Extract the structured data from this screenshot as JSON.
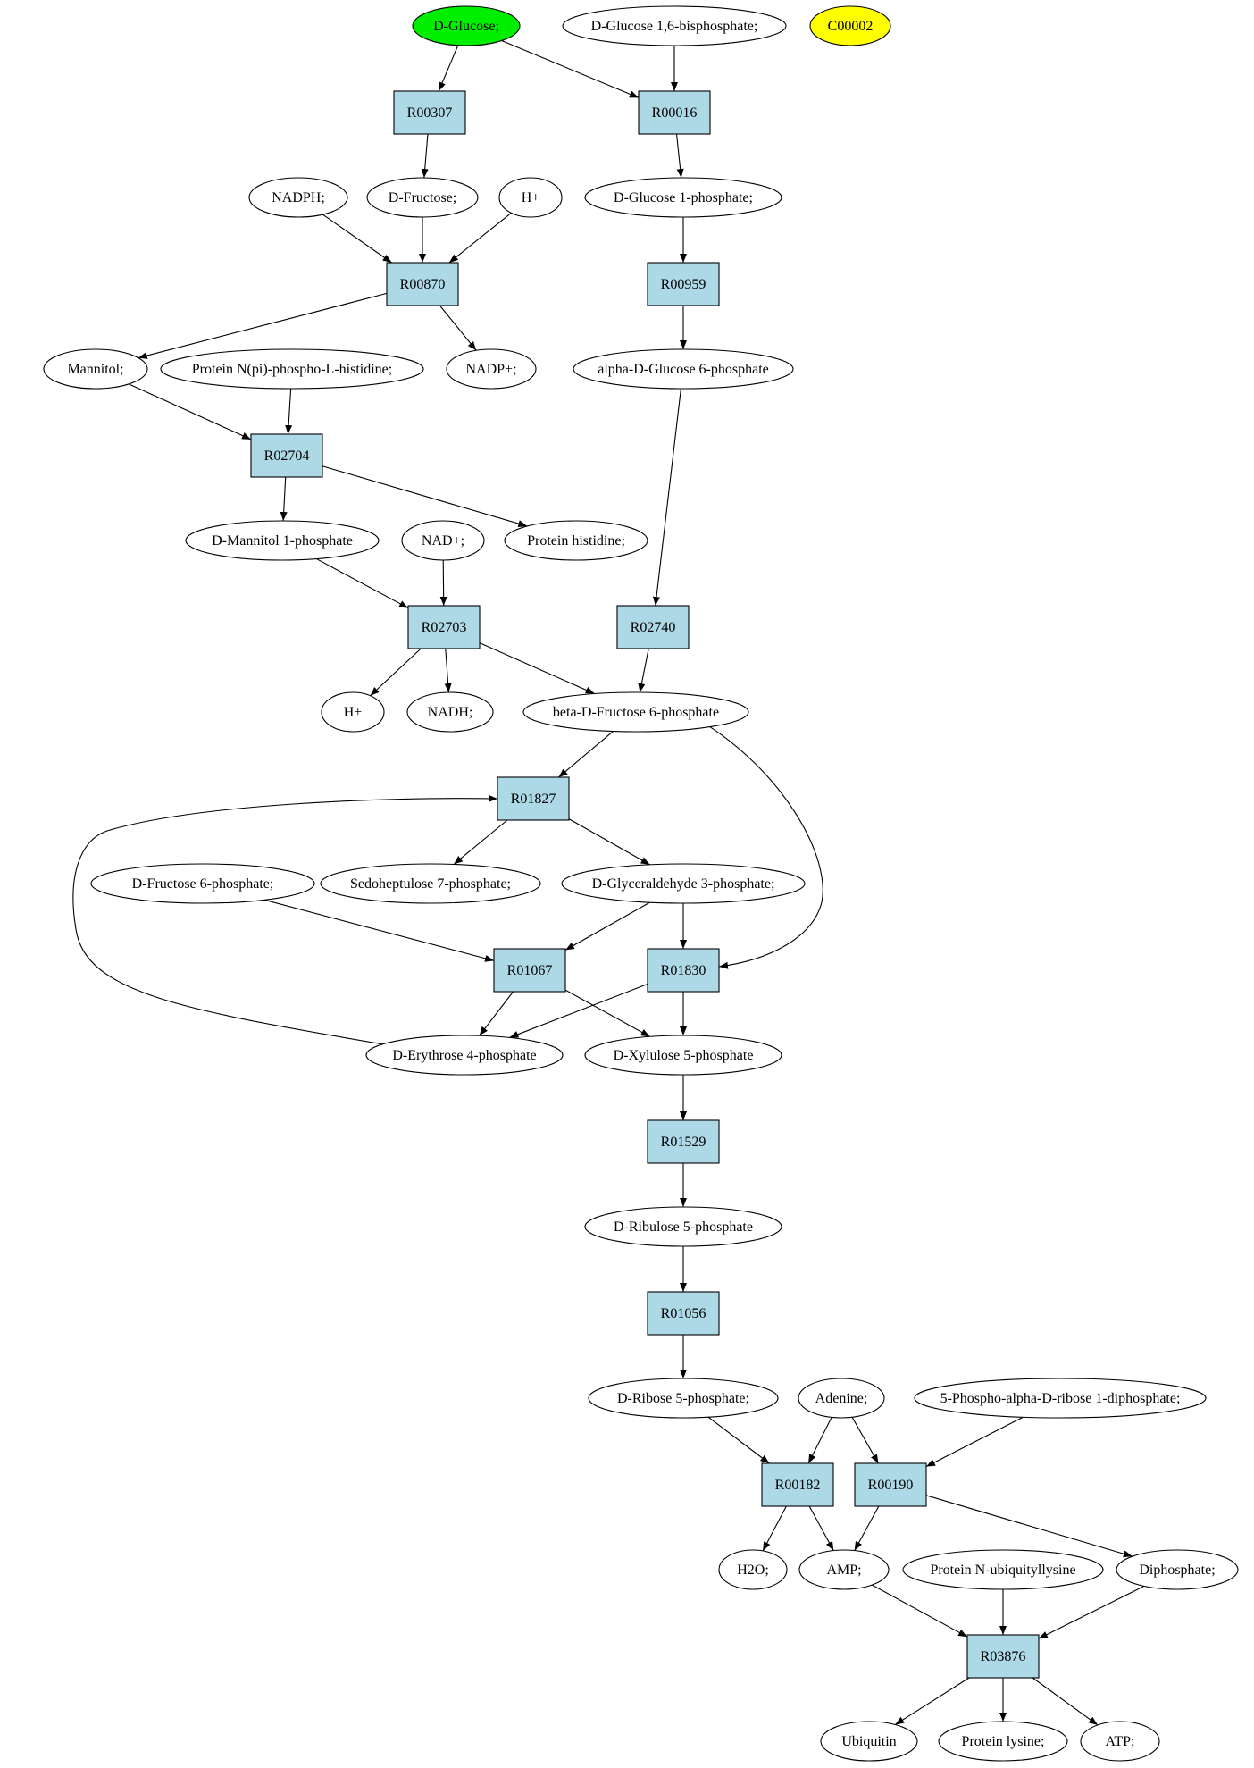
{
  "colors": {
    "start": "#00ee00",
    "highlight": "#ffff00",
    "reaction": "#add8e6",
    "compound": "#ffffff",
    "line": "#000000"
  },
  "compounds": [
    {
      "id": "glc",
      "label": "D-Glucose;",
      "fill": "start"
    },
    {
      "id": "glc16bp",
      "label": "D-Glucose 1,6-bisphosphate;"
    },
    {
      "id": "c00002",
      "label": "C00002",
      "fill": "highlight"
    },
    {
      "id": "nadph",
      "label": "NADPH;"
    },
    {
      "id": "fru",
      "label": "D-Fructose;"
    },
    {
      "id": "h1",
      "label": "H+"
    },
    {
      "id": "g1p",
      "label": "D-Glucose 1-phosphate;"
    },
    {
      "id": "mannitol",
      "label": "Mannitol;"
    },
    {
      "id": "npphis",
      "label": "Protein N(pi)-phospho-L-histidine;"
    },
    {
      "id": "nadpp",
      "label": "NADP+;"
    },
    {
      "id": "ag6p",
      "label": "alpha-D-Glucose 6-phosphate"
    },
    {
      "id": "m1p",
      "label": "D-Mannitol 1-phosphate"
    },
    {
      "id": "nadp",
      "label": "NAD+;"
    },
    {
      "id": "prothis",
      "label": "Protein histidine;"
    },
    {
      "id": "h2",
      "label": "H+"
    },
    {
      "id": "nadh",
      "label": "NADH;"
    },
    {
      "id": "bf6p",
      "label": "beta-D-Fructose 6-phosphate"
    },
    {
      "id": "f6p",
      "label": "D-Fructose 6-phosphate;"
    },
    {
      "id": "s7p",
      "label": "Sedoheptulose 7-phosphate;"
    },
    {
      "id": "g3p",
      "label": "D-Glyceraldehyde 3-phosphate;"
    },
    {
      "id": "e4p",
      "label": "D-Erythrose 4-phosphate"
    },
    {
      "id": "x5p",
      "label": "D-Xylulose 5-phosphate"
    },
    {
      "id": "ru5p",
      "label": "D-Ribulose 5-phosphate"
    },
    {
      "id": "r5p",
      "label": "D-Ribose 5-phosphate;"
    },
    {
      "id": "adenine",
      "label": "Adenine;"
    },
    {
      "id": "prpp",
      "label": "5-Phospho-alpha-D-ribose 1-diphosphate;"
    },
    {
      "id": "h2o",
      "label": "H2O;"
    },
    {
      "id": "amp",
      "label": "AMP;"
    },
    {
      "id": "pnub",
      "label": "Protein N-ubiquityllysine"
    },
    {
      "id": "ppi",
      "label": "Diphosphate;"
    },
    {
      "id": "ubq",
      "label": "Ubiquitin"
    },
    {
      "id": "plys",
      "label": "Protein lysine;"
    },
    {
      "id": "atp",
      "label": "ATP;"
    }
  ],
  "reactions": [
    {
      "id": "R00307",
      "label": "R00307"
    },
    {
      "id": "R00016",
      "label": "R00016"
    },
    {
      "id": "R00870",
      "label": "R00870"
    },
    {
      "id": "R00959",
      "label": "R00959"
    },
    {
      "id": "R02704",
      "label": "R02704"
    },
    {
      "id": "R02703",
      "label": "R02703"
    },
    {
      "id": "R02740",
      "label": "R02740"
    },
    {
      "id": "R01827",
      "label": "R01827"
    },
    {
      "id": "R01067",
      "label": "R01067"
    },
    {
      "id": "R01830",
      "label": "R01830"
    },
    {
      "id": "R01529",
      "label": "R01529"
    },
    {
      "id": "R01056",
      "label": "R01056"
    },
    {
      "id": "R00182",
      "label": "R00182"
    },
    {
      "id": "R00190",
      "label": "R00190"
    },
    {
      "id": "R03876",
      "label": "R03876"
    }
  ],
  "edges": [
    {
      "from": "glc",
      "to": "R00307"
    },
    {
      "from": "glc",
      "to": "R00016"
    },
    {
      "from": "glc16bp",
      "to": "R00016"
    },
    {
      "from": "R00307",
      "to": "fru"
    },
    {
      "from": "R00016",
      "to": "g1p"
    },
    {
      "from": "nadph",
      "to": "R00870"
    },
    {
      "from": "fru",
      "to": "R00870"
    },
    {
      "from": "h1",
      "to": "R00870"
    },
    {
      "from": "g1p",
      "to": "R00959"
    },
    {
      "from": "R00870",
      "to": "mannitol"
    },
    {
      "from": "R00870",
      "to": "nadpp"
    },
    {
      "from": "R00959",
      "to": "ag6p"
    },
    {
      "from": "mannitol",
      "to": "R02704"
    },
    {
      "from": "npphis",
      "to": "R02704"
    },
    {
      "from": "R02704",
      "to": "m1p"
    },
    {
      "from": "R02704",
      "to": "prothis"
    },
    {
      "from": "ag6p",
      "to": "R02740"
    },
    {
      "from": "m1p",
      "to": "R02703"
    },
    {
      "from": "nadp",
      "to": "R02703"
    },
    {
      "from": "R02703",
      "to": "h2"
    },
    {
      "from": "R02703",
      "to": "nadh"
    },
    {
      "from": "R02703",
      "to": "bf6p"
    },
    {
      "from": "R02740",
      "to": "bf6p"
    },
    {
      "from": "bf6p",
      "to": "R01827"
    },
    {
      "from": "bf6p",
      "to": "R01830"
    },
    {
      "from": "e4p",
      "to": "R01827"
    },
    {
      "from": "R01827",
      "to": "s7p"
    },
    {
      "from": "R01827",
      "to": "g3p"
    },
    {
      "from": "f6p",
      "to": "R01067"
    },
    {
      "from": "g3p",
      "to": "R01067"
    },
    {
      "from": "g3p",
      "to": "R01830"
    },
    {
      "from": "R01067",
      "to": "e4p"
    },
    {
      "from": "R01067",
      "to": "x5p"
    },
    {
      "from": "R01830",
      "to": "e4p"
    },
    {
      "from": "R01830",
      "to": "x5p"
    },
    {
      "from": "x5p",
      "to": "R01529"
    },
    {
      "from": "R01529",
      "to": "ru5p"
    },
    {
      "from": "ru5p",
      "to": "R01056"
    },
    {
      "from": "R01056",
      "to": "r5p"
    },
    {
      "from": "r5p",
      "to": "R00182"
    },
    {
      "from": "adenine",
      "to": "R00182"
    },
    {
      "from": "adenine",
      "to": "R00190"
    },
    {
      "from": "prpp",
      "to": "R00190"
    },
    {
      "from": "R00182",
      "to": "h2o"
    },
    {
      "from": "R00182",
      "to": "amp"
    },
    {
      "from": "R00190",
      "to": "amp"
    },
    {
      "from": "R00190",
      "to": "ppi"
    },
    {
      "from": "amp",
      "to": "R03876"
    },
    {
      "from": "pnub",
      "to": "R03876"
    },
    {
      "from": "ppi",
      "to": "R03876"
    },
    {
      "from": "R03876",
      "to": "ubq"
    },
    {
      "from": "R03876",
      "to": "plys"
    },
    {
      "from": "R03876",
      "to": "atp"
    }
  ]
}
